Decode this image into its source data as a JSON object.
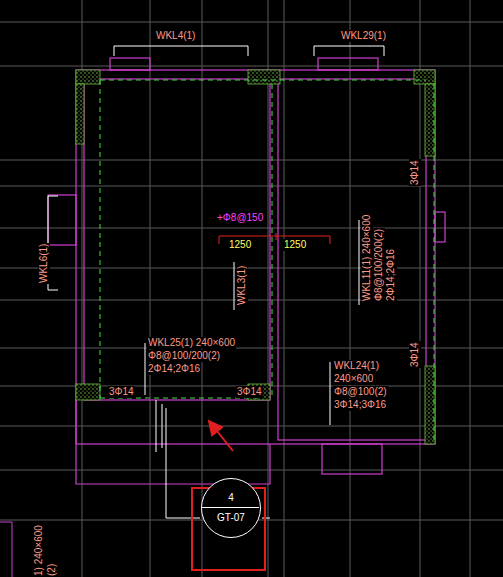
{
  "diagram": {
    "nodes": [
      {
        "text": [
          "4",
          "GT-07"
        ]
      }
    ],
    "labels": [
      "WKL4(1)",
      "WKL29(1)",
      "WKL6(1)",
      "+Φ8@150",
      "1250",
      "1250",
      "WKL3(1)",
      "WKL11(1) 240×600",
      "Φ8@100/200(2)",
      "2Φ14;2Φ16",
      "3Φ14",
      "3Φ14",
      "WKL25(1) 240×600",
      "Φ8@100/200(2)",
      "2Φ14;2Φ16",
      "3Φ14",
      "3Φ14",
      "WKL24(1)",
      "240×600",
      "Φ8@100(2)",
      "3Φ14;3Φ16",
      "1) 240×600",
      "(2)"
    ]
  }
}
